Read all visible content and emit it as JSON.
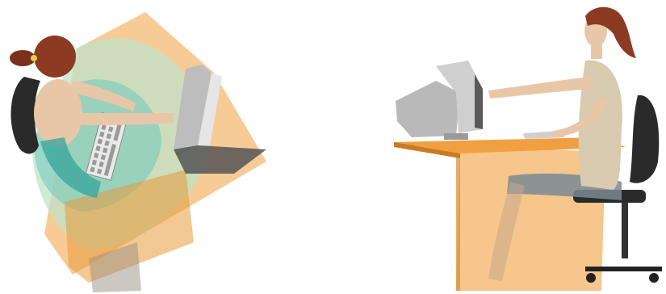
{
  "figure": {
    "panels": [
      {
        "id": "top-view",
        "kind": "illustration"
      },
      {
        "id": "side-view",
        "kind": "illustration"
      }
    ],
    "colors": {
      "desk_orange": "#f0a040",
      "desk_orange_dark": "#d98a2b",
      "reach_zone_teal": "#6fc7bd",
      "reach_zone_green": "#bfe3c8",
      "skin": "#e8c7a8",
      "hair": "#8c3b22",
      "shirt_side": "#d9cbb0",
      "pants": "#7a8a93",
      "chair": "#2a2a2a",
      "monitor": "#b9b9b9",
      "shadow": "#555555"
    }
  }
}
